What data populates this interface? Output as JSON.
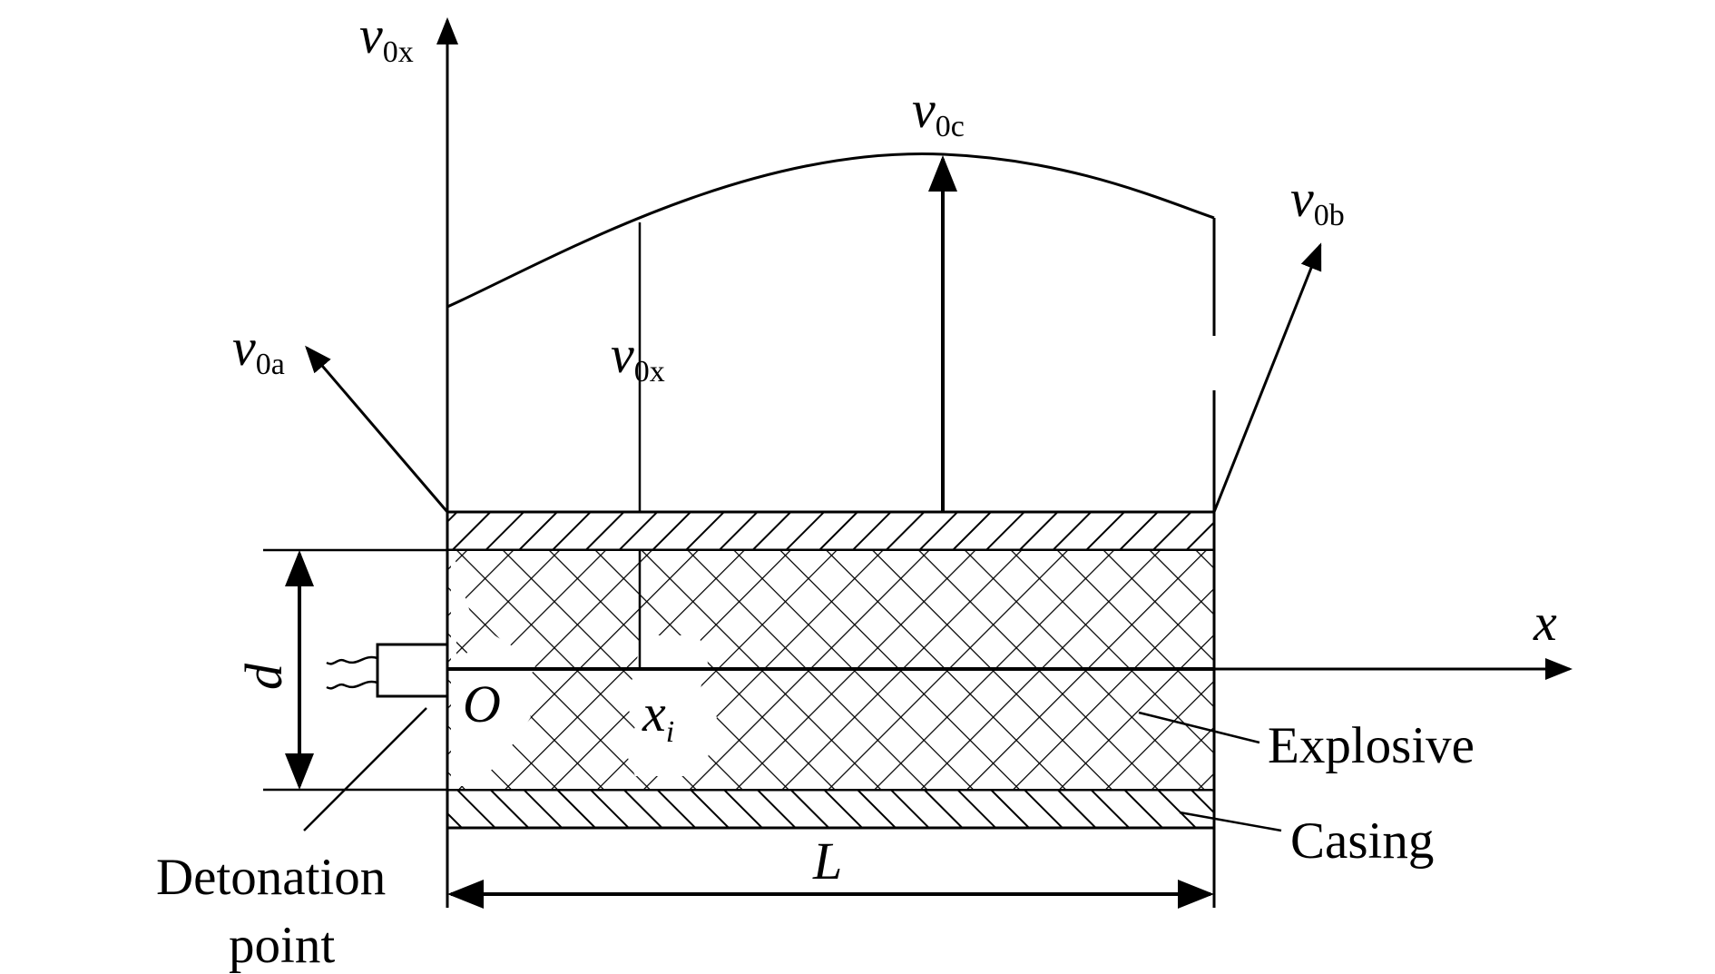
{
  "labels": {
    "y_axis_symbol": "v",
    "y_axis_sub": "0x",
    "x_axis": "x",
    "peak_symbol": "v",
    "peak_sub": "0c",
    "left_end_symbol": "v",
    "left_end_sub": "0a",
    "right_end_symbol": "v",
    "right_end_sub": "0b",
    "local_symbol": "v",
    "local_sub": "0x",
    "origin": "O",
    "position_symbol": "x",
    "position_sub": "i",
    "diameter": "d",
    "length": "L",
    "explosive": "Explosive",
    "casing": "Casing",
    "detonation_line1": "Detonation",
    "detonation_line2": "point"
  },
  "colors": {
    "ink": "#000000",
    "background": "#ffffff"
  }
}
